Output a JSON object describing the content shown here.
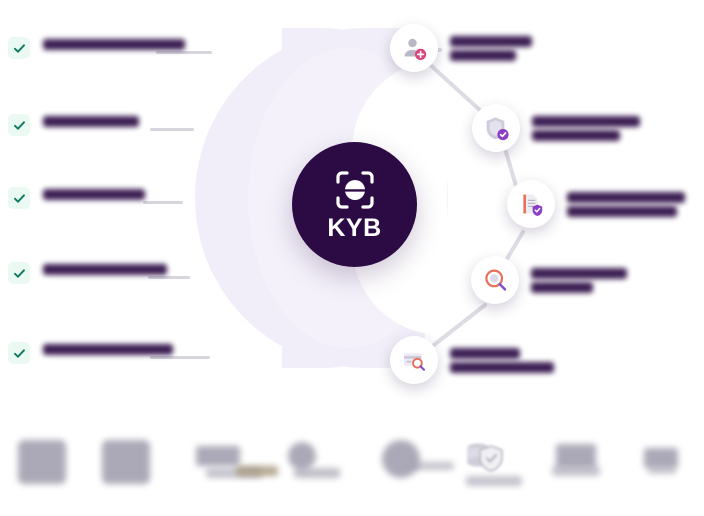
{
  "diagram": {
    "hub": {
      "label": "KYB",
      "icon": "face-scan-icon",
      "color": "#2c0b45"
    },
    "background_color": "#f1eef9",
    "accent_color": "#2c0b45",
    "check_color": "#0f7a63",
    "connector_color": "#d6d5de"
  },
  "checklist": {
    "items": [
      {
        "icon": "check-icon",
        "line1": "",
        "line2": ""
      },
      {
        "icon": "check-icon",
        "line1": "",
        "line2": ""
      },
      {
        "icon": "check-icon",
        "line1": "",
        "line2": ""
      },
      {
        "icon": "check-icon",
        "line1": "",
        "line2": ""
      },
      {
        "icon": "check-icon",
        "line1": "",
        "line2": ""
      }
    ]
  },
  "nodes": [
    {
      "icon": "user-add-icon",
      "line1": "",
      "line2": ""
    },
    {
      "icon": "shield-check-icon",
      "line1": "",
      "line2": ""
    },
    {
      "icon": "document-shield-icon",
      "line1": "",
      "line2": ""
    },
    {
      "icon": "magnifier-icon",
      "line1": "",
      "line2": ""
    },
    {
      "icon": "card-search-icon",
      "line1": "",
      "line2": ""
    }
  ],
  "logos": {
    "items": [
      {
        "name": "logo-1"
      },
      {
        "name": "logo-2"
      },
      {
        "name": "logo-3"
      },
      {
        "name": "logo-4"
      },
      {
        "name": "logo-5"
      },
      {
        "name": "logo-6"
      },
      {
        "name": "logo-7"
      },
      {
        "name": "logo-8"
      }
    ]
  }
}
